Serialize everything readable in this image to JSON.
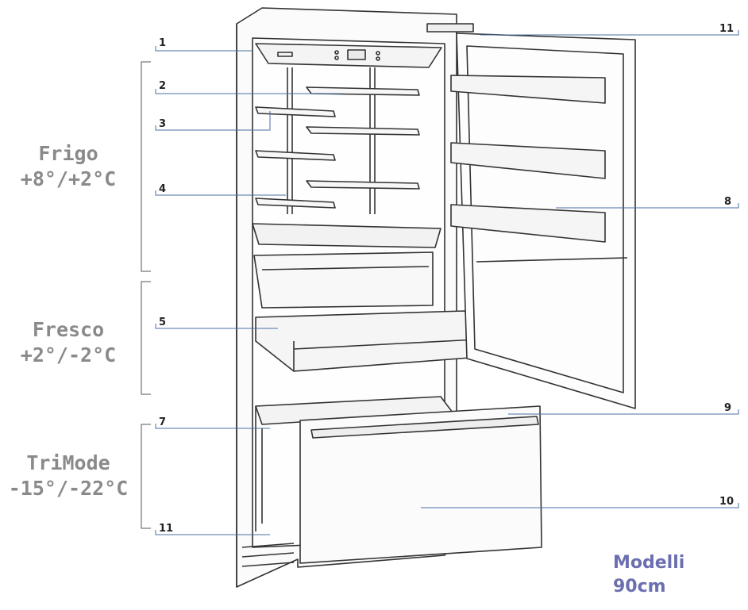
{
  "zones": [
    {
      "name": "Frigo",
      "range": "+8°/+2°C"
    },
    {
      "name": "Fresco",
      "range": "+2°/-2°C"
    },
    {
      "name": "TriMode",
      "range": "-15°/-22°C"
    }
  ],
  "model": {
    "line1": "Modelli",
    "line2": "90cm"
  },
  "callouts": [
    "1",
    "2",
    "3",
    "4",
    "5",
    "7",
    "11",
    "11",
    "8",
    "9",
    "10"
  ],
  "colors": {
    "zone_text": "#8a8a8a",
    "model_text": "#6b6fb0",
    "leader": "#4a6fa5",
    "outline": "#333333"
  }
}
